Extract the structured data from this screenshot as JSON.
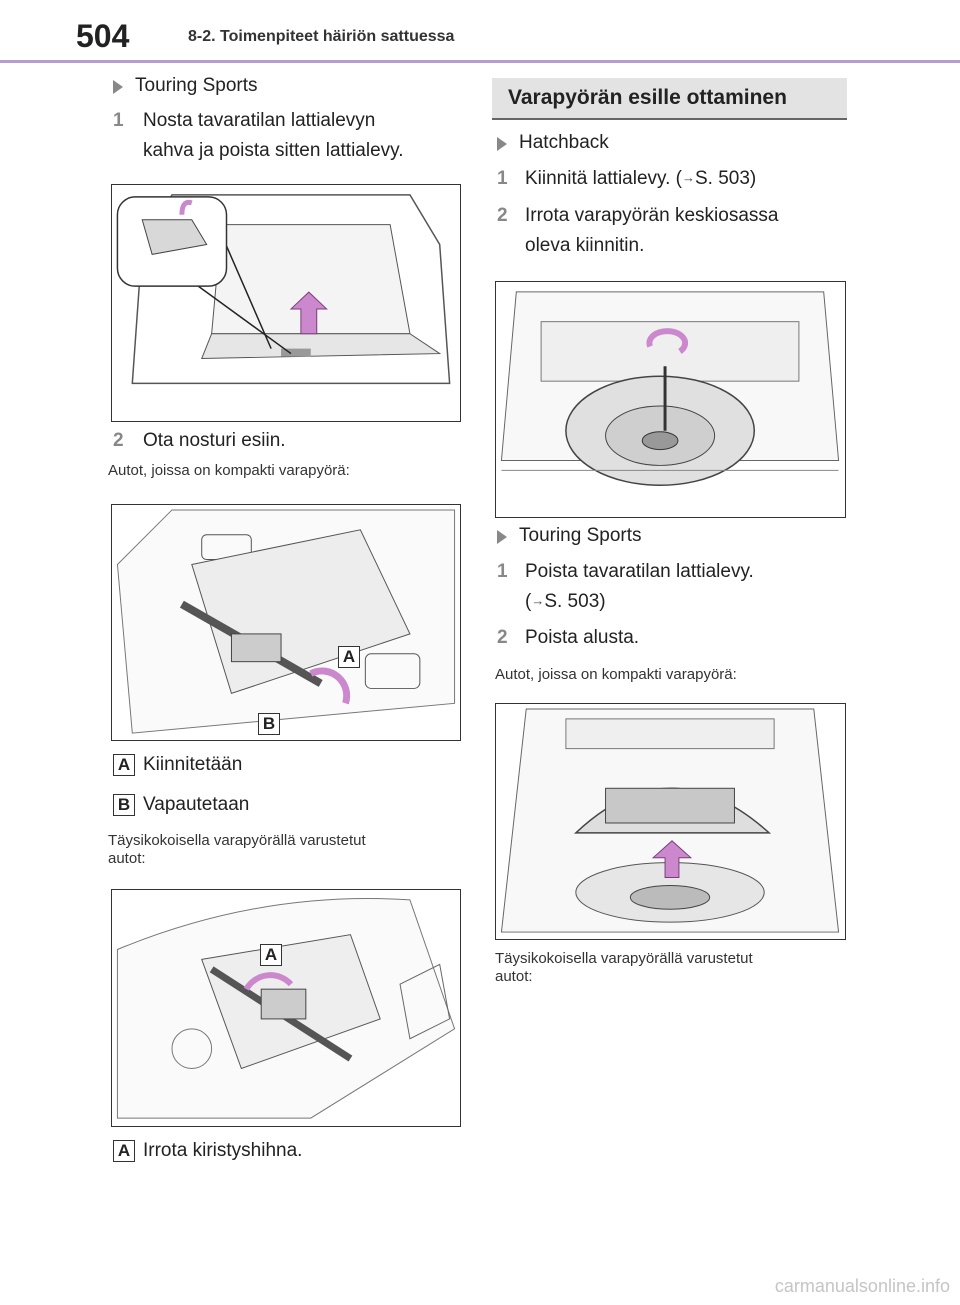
{
  "header": {
    "page_number": "504",
    "chapter_title": "8-2. Toimenpiteet häiriön sattuessa"
  },
  "left": {
    "variant_1": "Touring Sports",
    "step1_num": "1",
    "step1_line1": "Nosta tavaratilan lattialevyn",
    "step1_line2": "kahva ja poista sitten lattialevy.",
    "step2_num": "2",
    "step2_text": "Ota nosturi esiin.",
    "compact_note": "Autot, joissa on kompakti varapyörä:",
    "label_A": "A",
    "label_B": "B",
    "legend_A_text": "Kiinnitetään",
    "legend_B_text": "Vapautetaan",
    "fullsize_note_line1": "Täysikokoisella varapyörällä varustetut",
    "fullsize_note_line2": "autot:",
    "legend_A2_text": "Irrota kiristyshihna."
  },
  "right": {
    "section_title": "Varapyörän esille ottaminen",
    "variant_hatchback": "Hatchback",
    "h_step1_num": "1",
    "h_step1_text": "Kiinnitä lattialevy. (",
    "h_step1_ref": "S. 503)",
    "h_step2_num": "2",
    "h_step2_line1": "Irrota varapyörän keskiosassa",
    "h_step2_line2": "oleva kiinnitin.",
    "variant_touring": "Touring Sports",
    "t_step1_num": "1",
    "t_step1_line1": "Poista tavaratilan lattialevy.",
    "t_step1_ref": "S. 503)",
    "t_step2_num": "2",
    "t_step2_text": "Poista alusta.",
    "compact_note": "Autot, joissa on kompakti varapyörä:",
    "fullsize_note_line1": "Täysikokoisella varapyörällä varustetut",
    "fullsize_note_line2": "autot:"
  },
  "arrow_glyph": "→",
  "watermark": "carmanualsonline.info",
  "colors": {
    "header_rule": "#b79bd4",
    "step_number": "#888888",
    "section_bg": "#e3e3e3",
    "illustration_arrow": "#cc88cc"
  }
}
